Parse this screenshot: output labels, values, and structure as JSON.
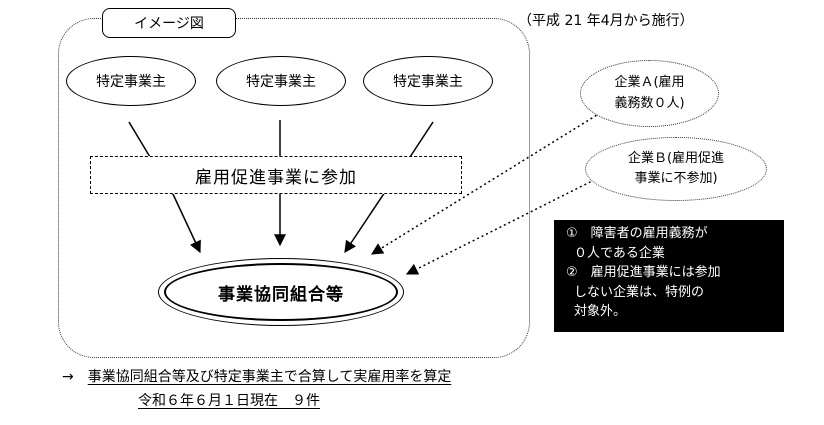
{
  "image_label": "イメージ図",
  "effective_note": "（平成 21 年4月から施行）",
  "employers": [
    "特定事業主",
    "特定事業主",
    "特定事業主"
  ],
  "program_label": "雇用促進事業に参加",
  "union_label": "事業協同組合等",
  "company_a": [
    "企業Ａ(雇用",
    "義務数０人)"
  ],
  "company_b": [
    "企業Ｂ(雇用促進",
    "事業に不参加)"
  ],
  "conditions": [
    "①　障害者の雇用義務が",
    "０人である企業",
    "②　雇用促進事業には参加",
    "しない企業は、特例の",
    "対象外。"
  ],
  "footnote_arrow": "→",
  "footnote_text": "事業協同組合等及び特定事業主で合算して実雇用率を算定",
  "footnote_count": "令和６年６月１日現在　９件"
}
